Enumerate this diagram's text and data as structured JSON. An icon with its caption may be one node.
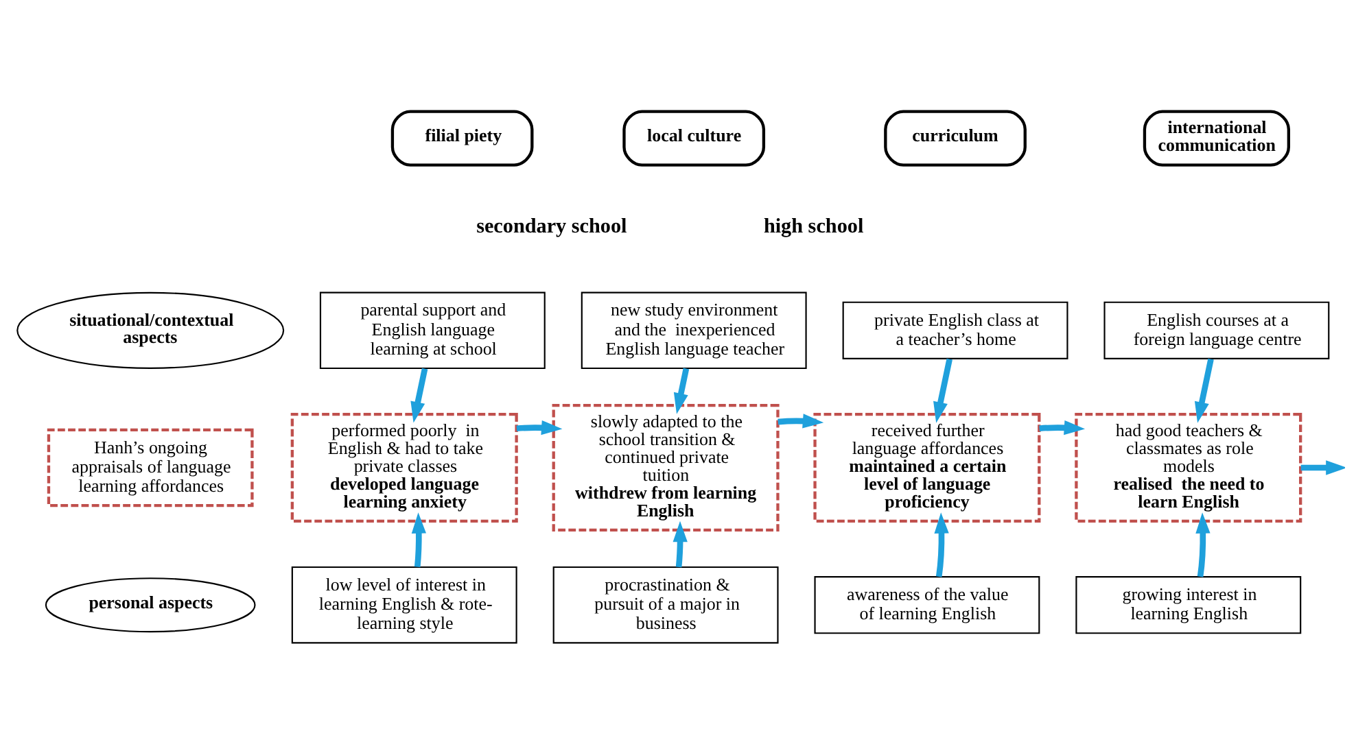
{
  "diagram": {
    "nodes": [
      {
        "text": [
          "filial piety"
        ]
      },
      {
        "text": [
          "local culture"
        ]
      },
      {
        "text": [
          "curriculum"
        ]
      },
      {
        "text": [
          "international communication"
        ]
      },
      {
        "text": [
          "situational/contextual aspects"
        ]
      },
      {
        "text": [
          "parental support and English language learning at school"
        ]
      },
      {
        "text": [
          "new study environment and the  inexperienced English language teacher"
        ]
      },
      {
        "text": [
          "private English class at a teacher’s home"
        ]
      },
      {
        "text": [
          "English courses at a foreign language centre"
        ]
      },
      {
        "text": [
          "Hanh’s ongoing appraisals of language learning affordances"
        ]
      },
      {
        "text": [
          "performed poorly  in English & had to take private classes",
          "developed language learning anxiety"
        ]
      },
      {
        "text": [
          "slowly adapted to the school transition & continued private tuition",
          "withdrew from learning English"
        ]
      },
      {
        "text": [
          "received further language affordances",
          "maintained a certain level of language proficiency"
        ]
      },
      {
        "text": [
          "had good teachers & classmates as role models",
          "realised  the need to learn English"
        ]
      },
      {
        "text": [
          "personal aspects"
        ]
      },
      {
        "text": [
          "low level of interest in learning English & rote-learning style"
        ]
      },
      {
        "text": [
          "procrastination & pursuit of a major in business"
        ]
      },
      {
        "text": [
          "awareness of the value of learning English"
        ]
      },
      {
        "text": [
          "growing interest in learning English"
        ]
      }
    ],
    "edges": [
      {
        "from": 5,
        "to": 10,
        "arrow": "to"
      },
      {
        "from": 6,
        "to": 11,
        "arrow": "to"
      },
      {
        "from": 7,
        "to": 12,
        "arrow": "to"
      },
      {
        "from": 8,
        "to": 13,
        "arrow": "to"
      },
      {
        "from": 10,
        "to": 11,
        "arrow": "to"
      },
      {
        "from": 11,
        "to": 12,
        "arrow": "to"
      },
      {
        "from": 12,
        "to": 13,
        "arrow": "to"
      },
      {
        "from": 13,
        "to": null,
        "arrow": "to"
      },
      {
        "from": 15,
        "to": 10,
        "arrow": "to"
      },
      {
        "from": 16,
        "to": 11,
        "arrow": "to"
      },
      {
        "from": 17,
        "to": 12,
        "arrow": "to"
      },
      {
        "from": 18,
        "to": 13,
        "arrow": "to"
      }
    ],
    "labels": [
      "secondary school",
      "high school"
    ]
  }
}
